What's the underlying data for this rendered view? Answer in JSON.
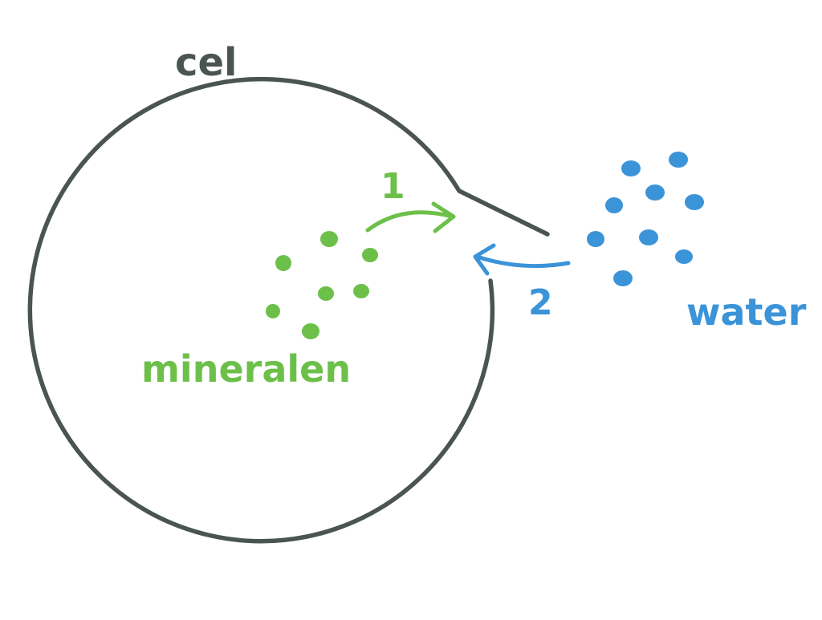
{
  "labels": {
    "cell": "cel",
    "minerals": "mineralen",
    "water": "water",
    "step_1": "1",
    "step_2": "2"
  },
  "colors": {
    "cell": "#4a5552",
    "minerals": "#6cc04a",
    "water": "#3b93d8",
    "background": "#ffffff"
  }
}
